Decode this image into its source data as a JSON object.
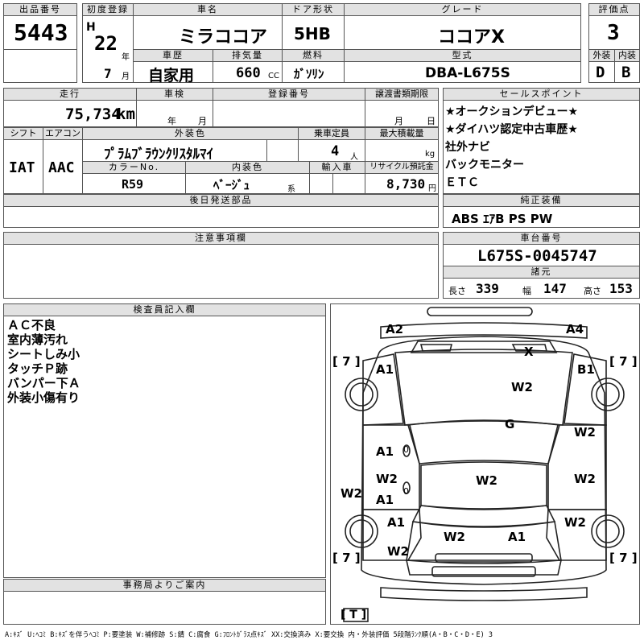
{
  "header": {
    "lot_label": "出品番号",
    "lot_number": "5443",
    "first_reg_label": "初度登録",
    "era": "H",
    "year": "22",
    "year_unit": "年",
    "month": "7",
    "month_unit": "月",
    "car_name_label": "車名",
    "car_name": "ミラココア",
    "door_label": "ドア形状",
    "door": "5HB",
    "grade_label": "グレード",
    "grade": "ココアX",
    "score_label": "評価点",
    "score": "3",
    "history_label": "車歴",
    "history": "自家用",
    "displacement_label": "排気量",
    "displacement": "660",
    "displacement_unit": "CC",
    "fuel_label": "燃料",
    "fuel": "ｶﾞｿﾘﾝ",
    "model_label": "型式",
    "model": "DBA-L675S",
    "exterior_label": "外装",
    "exterior": "D",
    "interior_label": "内装",
    "interior": "B"
  },
  "row2": {
    "mileage_label": "走行",
    "mileage": "75,734",
    "mileage_unit": "km",
    "inspection_label": "車検",
    "insp_year_unit": "年",
    "insp_month_unit": "月",
    "reg_label": "登録番号",
    "transfer_label": "譲渡書類期限",
    "transfer_month_unit": "月",
    "transfer_day_unit": "日"
  },
  "row3": {
    "shift_label": "シフト",
    "shift": "IAT",
    "ac_label": "エアコン",
    "ac": "AAC",
    "ext_color_label": "外装色",
    "ext_color": "ﾌﾟﾗﾑﾌﾞﾗｳﾝｸﾘｽﾀﾙﾏｲ",
    "capacity_label": "乗車定員",
    "capacity": "4",
    "capacity_unit": "人",
    "max_load_label": "最大積載量",
    "max_load_unit": "kg",
    "color_no_label": "カラーNo.",
    "color_no": "R59",
    "int_color_label": "内装色",
    "int_color": "ﾍﾞｰｼﾞｭ",
    "int_color_suffix": "系",
    "import_label": "輸入車",
    "recycle_label": "リサイクル預託金",
    "recycle": "8,730",
    "recycle_unit": "円"
  },
  "later_parts_label": "後日発送部品",
  "notes_label": "注意事項欄",
  "sales": {
    "label": "セールスポイント",
    "lines": [
      "★オークションデビュー★",
      "★ダイハツ認定中古車歴★",
      "社外ナビ",
      "バックモニター",
      "ＥＴＣ"
    ]
  },
  "equipment": {
    "label": "純正装備",
    "value": "ABS ｴｱB PS PW"
  },
  "chassis": {
    "label": "車台番号",
    "value": "L675S-0045747"
  },
  "specs": {
    "label": "諸元",
    "length_label": "長さ",
    "length": "339",
    "width_label": "幅",
    "width": "147",
    "height_label": "高さ",
    "height": "153"
  },
  "inspector": {
    "label": "検査員記入欄",
    "lines": [
      "ＡＣ不良",
      "室内薄汚れ",
      "シートしみ小",
      "タッチＰ跡",
      "バンパー下Ａ",
      "外装小傷有り"
    ]
  },
  "office_label": "事務局よりご案内",
  "diagram_marks": {
    "front_left": "A2",
    "front_right": "A4",
    "hood_x": "X",
    "hood_w2": "W2",
    "left_front_fender": "A1",
    "right_front_fender": "B1",
    "windshield": "G",
    "left_front_door": "A1",
    "left_front_door_small": "0",
    "right_front_door": "W2",
    "left_rear_door_w2": "W2",
    "left_rear_door_a1": "A1",
    "left_rear_door_small": "0",
    "right_rear_door": "W2",
    "left_side": "W2",
    "roof": "W2",
    "left_rear_fender": "A1",
    "right_rear_fender": "W2",
    "rear_left": "W2",
    "trunk": "W2",
    "trunk_a1": "A1",
    "tire_fl": "7",
    "tire_fr": "7",
    "tire_rl": "7",
    "tire_rr": "7",
    "spare": "T"
  },
  "legend": "A:ｷｽﾞ U:ﾍｺﾐ B:ｷｽﾞを伴うﾍｺﾐ P:要塗装 W:補修跡 S:錆 C:腐食 G:ﾌﾛﾝﾄｶﾞﾗｽ点ｷｽﾞ XX:交換済み X:要交換 内・外装評価 5段階ﾗﾝｸ順(A・B・C・D・E) 3"
}
